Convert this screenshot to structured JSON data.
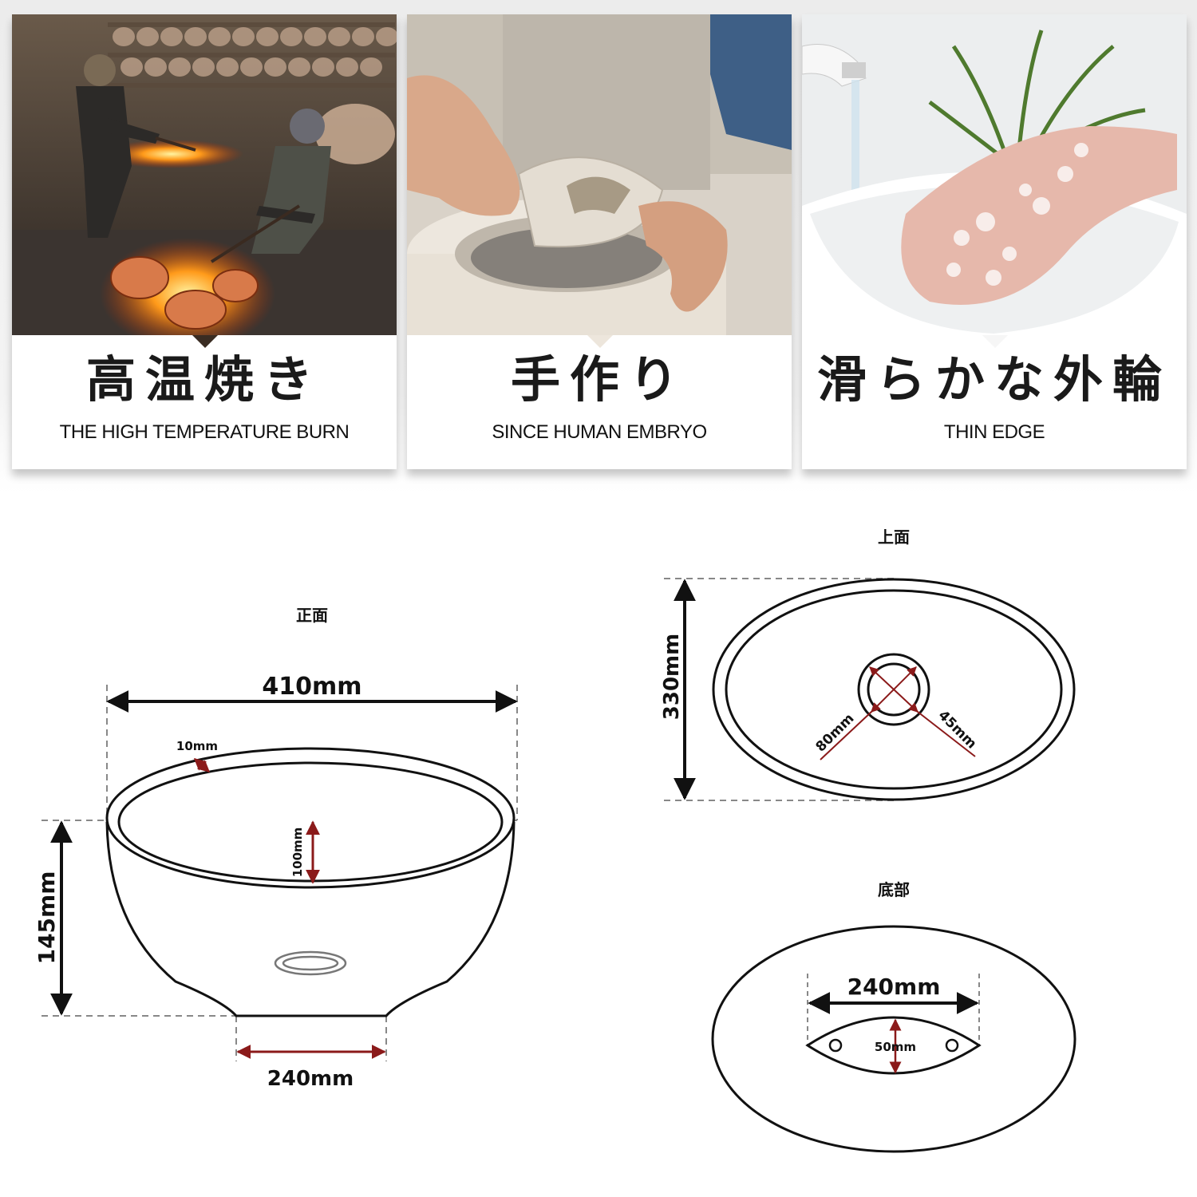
{
  "features": [
    {
      "title": "高温焼き",
      "subtitle": "THE HIGH TEMPERATURE BURN",
      "photo": "kiln-firing-workers-photo"
    },
    {
      "title": "手作り",
      "subtitle": "SINCE HUMAN EMBRYO",
      "photo": "hand-shaping-clay-photo"
    },
    {
      "title": "滑らかな外輪",
      "subtitle": "THIN EDGE",
      "photo": "hand-washing-basin-photo"
    }
  ],
  "front_view": {
    "title": "正面",
    "width": "410mm",
    "rim": "10mm",
    "depth": "100mm",
    "height": "145mm",
    "base": "240mm"
  },
  "top_view": {
    "title": "上面",
    "depth": "330mm",
    "drain_outer": "80mm",
    "drain_inner": "45mm"
  },
  "bottom_view": {
    "title": "底部",
    "width": "240mm",
    "height": "50mm"
  },
  "colors": {
    "dimension_red": "#8b1a1a",
    "line": "#111111",
    "dashed": "#888888"
  }
}
